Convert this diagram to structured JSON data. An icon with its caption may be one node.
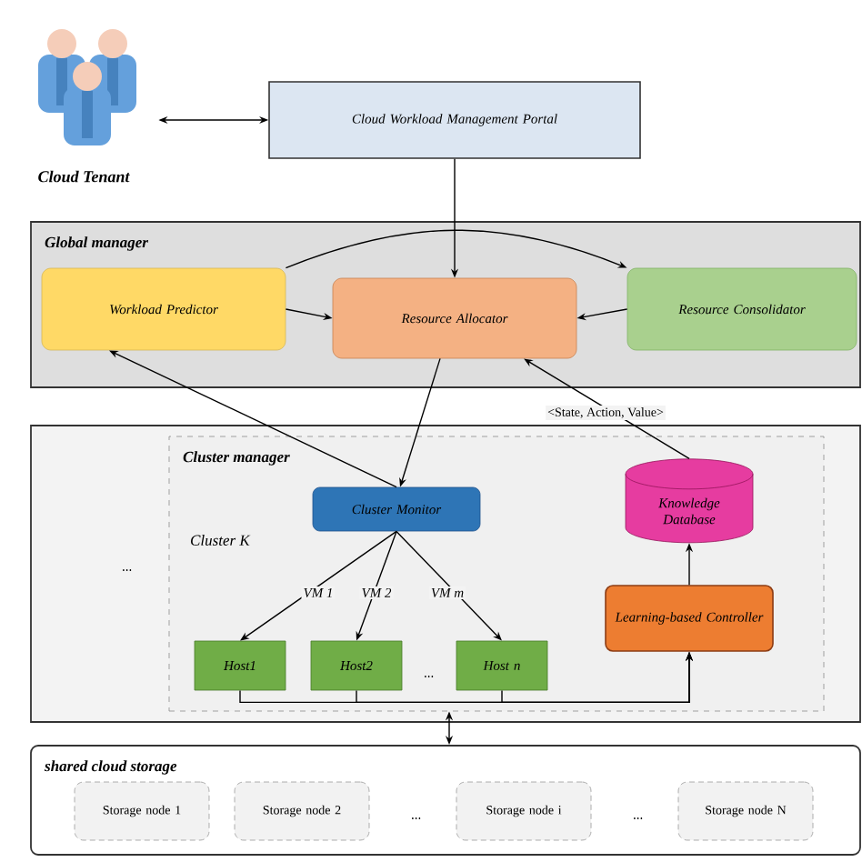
{
  "diagram": {
    "nodes": [
      {
        "text": [],
        "shape": "person",
        "beside": [
          "Cloud Tenant"
        ]
      },
      {
        "text": [
          "Cloud Workload Management Portal"
        ]
      },
      {
        "text": [
          "Global manager"
        ]
      },
      {
        "text": [
          "Workload Predictor"
        ],
        "in": 2
      },
      {
        "text": [
          "Resource Allocator"
        ],
        "in": 2
      },
      {
        "text": [
          "Resource Consolidator"
        ],
        "in": 2
      },
      {
        "text": [
          "..."
        ]
      },
      {
        "text": [
          "Cluster manager",
          "Cluster K"
        ],
        "in": 6
      },
      {
        "text": [
          "Cluster Monitor"
        ],
        "in": 7
      },
      {
        "text": [
          "Knowledge Database"
        ],
        "in": 7
      },
      {
        "text": [
          "Learning-based Controller"
        ],
        "in": 7
      },
      {
        "text": [
          "Host1"
        ],
        "in": 7
      },
      {
        "text": [
          "Host2"
        ],
        "in": 7
      },
      {
        "text": [
          "Host n"
        ],
        "in": 7
      },
      {
        "text": [
          "shared cloud storage"
        ]
      },
      {
        "text": [
          "Storage node 1"
        ],
        "in": 14
      },
      {
        "text": [
          "Storage node 2"
        ],
        "in": 14
      },
      {
        "text": [
          "Storage node i"
        ],
        "in": 14
      },
      {
        "text": [
          "Storage node N"
        ],
        "in": 14
      }
    ],
    "edges": [
      {
        "from": 0,
        "to": 1,
        "arrow": "both"
      },
      {
        "from": 1,
        "to": 4,
        "arrow": "to"
      },
      {
        "from": 3,
        "to": 5,
        "arrow": "to"
      },
      {
        "from": 3,
        "to": 4,
        "arrow": "to"
      },
      {
        "from": 5,
        "to": 4,
        "arrow": "to"
      },
      {
        "from": 8,
        "to": 3,
        "arrow": "to"
      },
      {
        "from": 4,
        "to": 8,
        "arrow": "to"
      },
      {
        "from": 9,
        "to": 4,
        "arrow": "to",
        "label": "<State, Action, Value>"
      },
      {
        "from": 10,
        "to": 9,
        "arrow": "to"
      },
      {
        "from": 8,
        "to": 11,
        "arrow": "to",
        "label": "VM 1"
      },
      {
        "from": 8,
        "to": 12,
        "arrow": "to",
        "label": "VM 2"
      },
      {
        "from": 8,
        "to": 13,
        "arrow": "to",
        "label": "VM m"
      },
      {
        "from": 11,
        "to": 10,
        "arrow": "to"
      },
      {
        "from": 12,
        "to": 10,
        "arrow": "to"
      },
      {
        "from": 13,
        "to": 10,
        "arrow": "to"
      },
      {
        "from": 14,
        "to": 7,
        "arrow": "both"
      }
    ],
    "labels": [
      "...",
      "...",
      "..."
    ]
  }
}
